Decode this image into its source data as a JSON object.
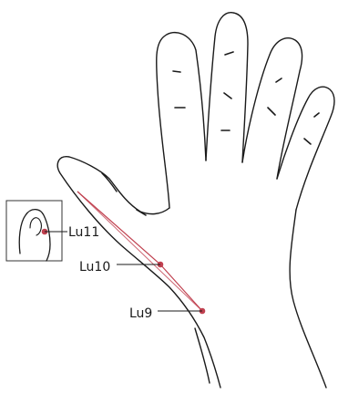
{
  "figure": {
    "points": [
      {
        "label": "Lu11"
      },
      {
        "label": "Lu10"
      },
      {
        "label": "Lu9"
      }
    ],
    "colors": {
      "outline": "#1a1a1a",
      "meridian": "#c0404f",
      "point": "#c0404f",
      "inset_border": "#333333"
    }
  }
}
